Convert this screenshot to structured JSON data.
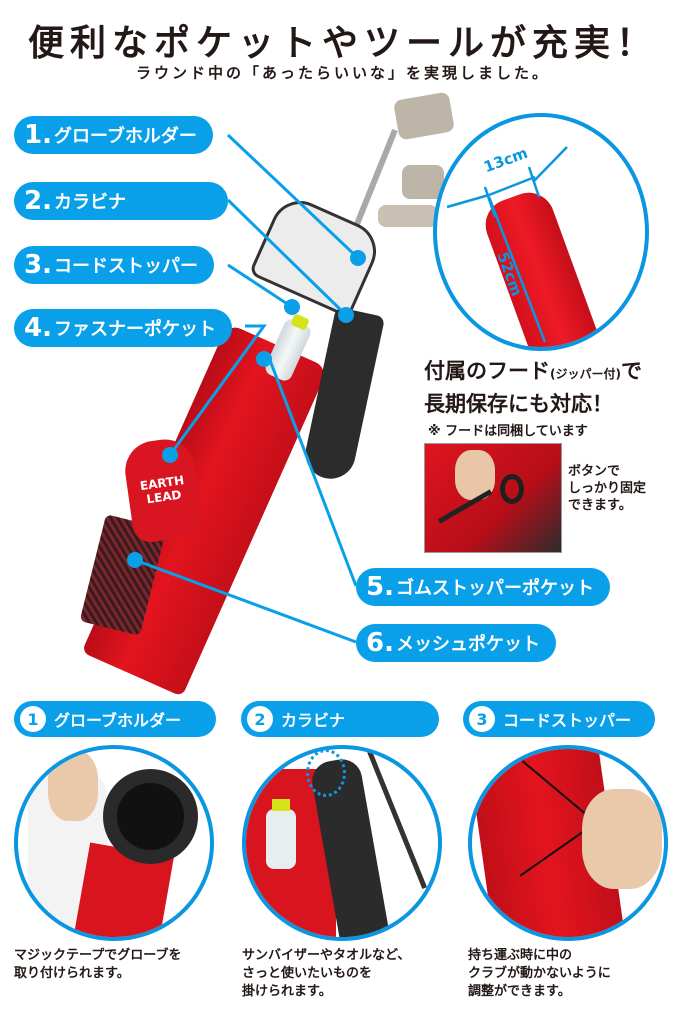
{
  "header": {
    "title": "便利なポケットやツールが充実！",
    "subtitle": "ラウンド中の「あったらいいな」を実現しました。"
  },
  "callouts": [
    {
      "num": "1.",
      "label": "グローブホルダー"
    },
    {
      "num": "2.",
      "label": "カラビナ"
    },
    {
      "num": "3.",
      "label": "コードストッパー"
    },
    {
      "num": "4.",
      "label": "ファスナーポケット"
    },
    {
      "num": "5.",
      "label": "ゴムストッパーポケット"
    },
    {
      "num": "6.",
      "label": "メッシュポケット"
    }
  ],
  "bag": {
    "brand_line1": "EARTH",
    "brand_line2": "LEAD"
  },
  "hood": {
    "width_label": "13cm",
    "length_label": "52cm",
    "heading_line1_a": "付属のフード",
    "heading_line1_small": "(ジッパー付)",
    "heading_line1_b": "で",
    "heading_line2": "長期保存にも対応！",
    "note": "※ フードは同梱しています",
    "button_text_line1": "ボタンで",
    "button_text_line2": "しっかり固定",
    "button_text_line3": "できます。"
  },
  "features": [
    {
      "badge": "1",
      "title": "グローブホルダー",
      "desc_lines": [
        "マジックテープでグローブを",
        "取り付けられます。"
      ]
    },
    {
      "badge": "2",
      "title": "カラビナ",
      "desc_lines": [
        "サンバイザーやタオルなど、",
        "さっと使いたいものを",
        "掛けられます。"
      ]
    },
    {
      "badge": "3",
      "title": "コードストッパー",
      "desc_lines": [
        "持ち運ぶ時に中の",
        "クラブが動かないように",
        "調整ができます。"
      ]
    }
  ],
  "colors": {
    "accent_blue": "#0aa0e9",
    "bag_red": "#e3141e",
    "text_dark": "#231815"
  }
}
